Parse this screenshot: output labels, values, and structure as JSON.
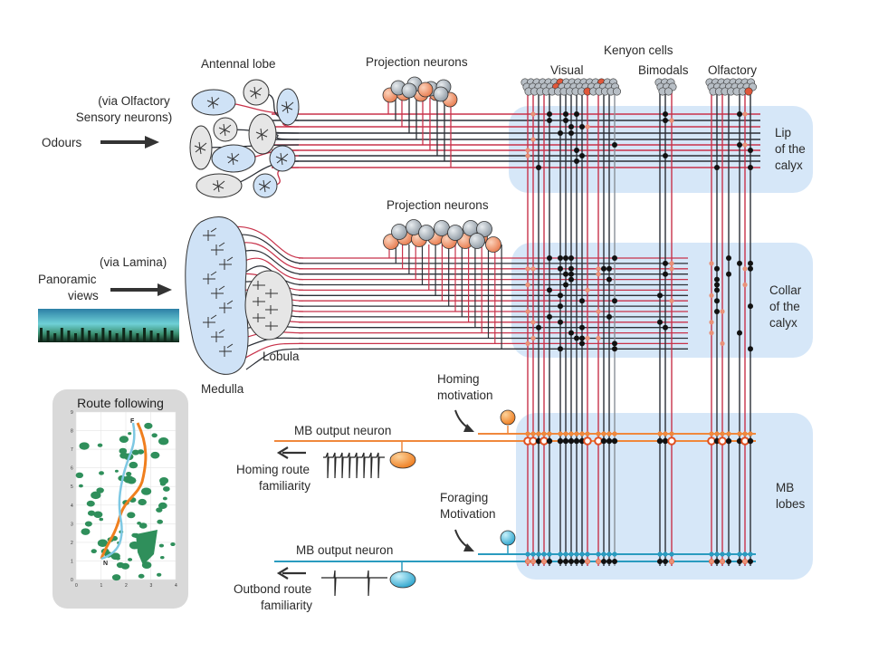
{
  "title": "Insect mushroom body circuit for route following",
  "labels": {
    "antennal_lobe": "Antennal lobe",
    "via_olfactory_1": "(via Olfactory",
    "via_olfactory_2": "Sensory neurons)",
    "odours": "Odours",
    "projection_neurons_top": "Projection neurons",
    "kenyon_cells": "Kenyon cells",
    "visual": "Visual",
    "bimodals": "Bimodals",
    "olfactory": "Olfactory",
    "lip_1": "Lip",
    "lip_2": "of the",
    "lip_3": "calyx",
    "projection_neurons_mid": "Projection neurons",
    "via_lamina": "(via Lamina)",
    "panoramic_1": "Panoramic",
    "panoramic_2": "views",
    "medulla": "Medulla",
    "lobula": "Lobula",
    "collar_1": "Collar",
    "collar_2": "of the",
    "collar_3": "calyx",
    "homing_motivation_1": "Homing",
    "homing_motivation_2": "motivation",
    "mb_output_neuron_homing": "MB output neuron",
    "homing_route_1": "Homing route",
    "homing_route_2": "familiarity",
    "foraging_motivation_1": "Foraging",
    "foraging_motivation_2": "Motivation",
    "mb_output_neuron_outbound": "MB output neuron",
    "outbound_route_1": "Outbond route",
    "outbound_route_2": "familiarity",
    "mb_lobes_1": "MB",
    "mb_lobes_2": "lobes"
  },
  "route_following": {
    "title": "Route following",
    "y_ticks": [
      "0",
      "1",
      "2",
      "3",
      "4",
      "5",
      "6",
      "7",
      "8",
      "9"
    ],
    "x_ticks": [
      "0",
      "1",
      "2",
      "3",
      "4"
    ],
    "start_label": "N",
    "end_label": "F",
    "series": [
      {
        "name": "homing",
        "color": "#f07f1e"
      },
      {
        "name": "outbound",
        "color": "#7ec8e3"
      }
    ]
  },
  "kenyon_columns": {
    "visual": [
      "r",
      "r",
      "k",
      "r",
      "k",
      "k",
      "k",
      "k",
      "k",
      "k",
      "r",
      "r",
      "k",
      "k",
      "g"
    ],
    "bimodal": [
      "k",
      "k",
      "r"
    ],
    "olfactory": [
      "r",
      "k",
      "r",
      "k",
      "k",
      "r",
      "k"
    ]
  },
  "colors": {
    "red_neuron": "#c8324a",
    "dark_neuron": "#2b2f36",
    "orange": "#f0883c",
    "teal": "#2a9bbf",
    "calyx_bg": "#d6e7f8",
    "grey_soma": "#aab2ba",
    "orange_soma": "#f0a07a",
    "kc_red": "#e0573a"
  }
}
